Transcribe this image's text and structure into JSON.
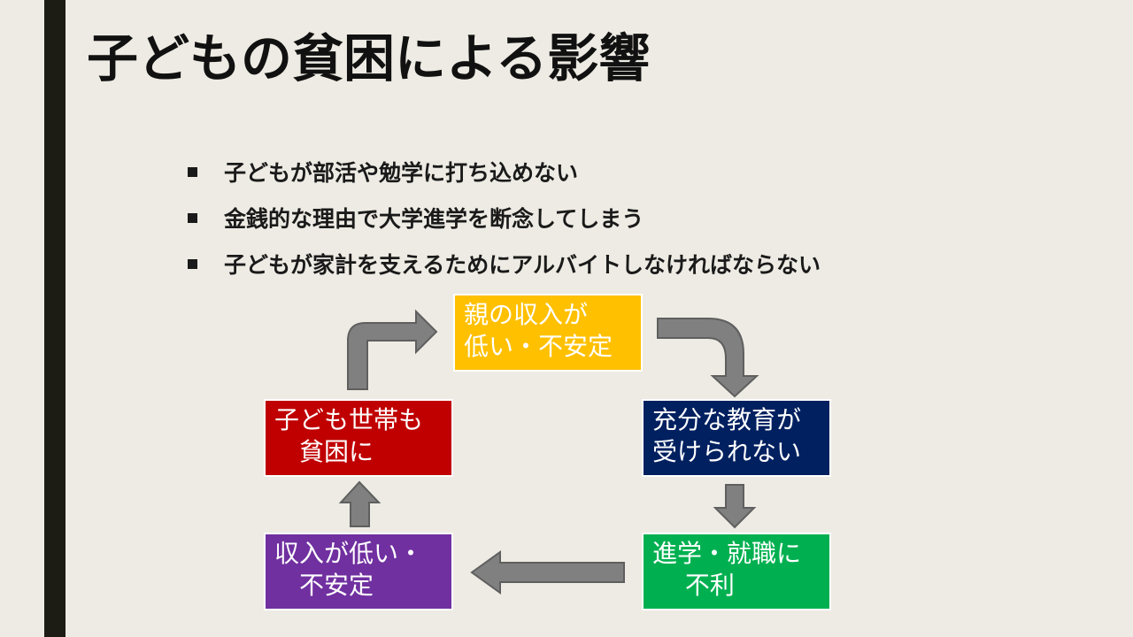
{
  "slide": {
    "title": "子どもの貧困による影響",
    "bullets": [
      "子どもが部活や勉学に打ち込めない",
      "金銭的な理由で大学進学を断念してしまう",
      "子どもが家計を支えるためにアルバイトしなければならない"
    ]
  },
  "cycle": {
    "boxes": [
      {
        "id": "low-income-parents",
        "text": "親の収入が\n低い・不安定",
        "color": "#ffc000"
      },
      {
        "id": "insufficient-education",
        "text": "充分な教育が\n受けられない",
        "color": "#002060"
      },
      {
        "id": "disadvantage-career",
        "text": "進学・就職に\n　 不利",
        "color": "#00b050"
      },
      {
        "id": "low-income-unstable",
        "text": "収入が低い・\n　不安定",
        "color": "#7030a0"
      },
      {
        "id": "child-household-poverty",
        "text": "子ども世帯も\n　貧困に",
        "color": "#c00000"
      }
    ],
    "arrow_color": "#808080"
  }
}
